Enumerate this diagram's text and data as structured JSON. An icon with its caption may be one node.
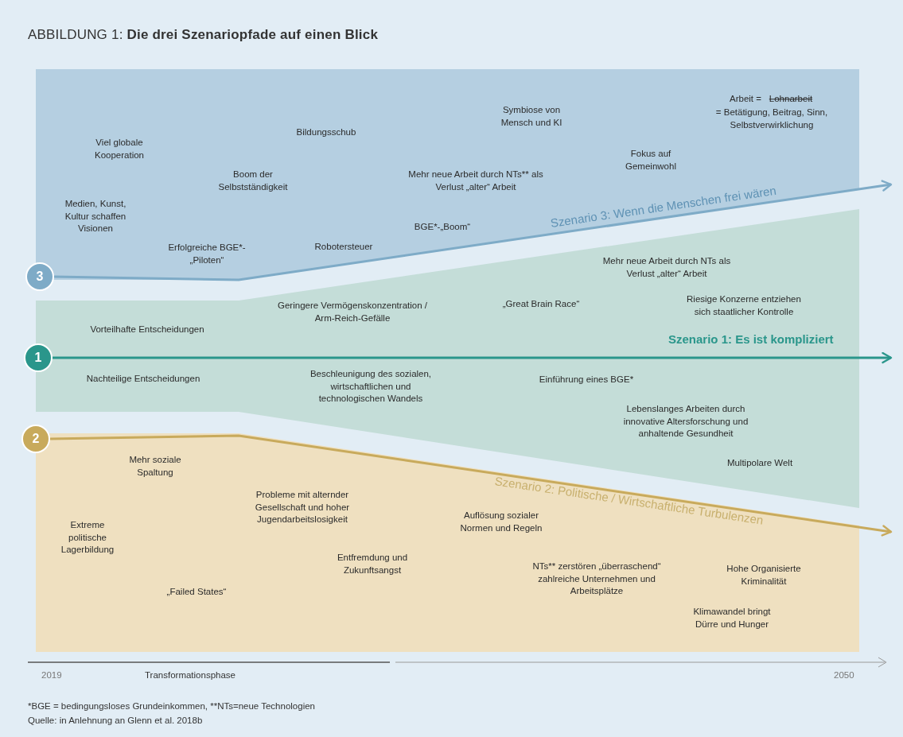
{
  "diagram": {
    "title": "ABBILDUNG 1: **Die drei Szenariopfade auf einen Blick**",
    "nodes": [
      {
        "text": [
          "Viel globale Kooperation",
          "Medien, Kunst, Kultur schaffen Visionen",
          "Bildungsschub",
          "Boom der Selbstständigkeit",
          "Erfolgreiche BGE*-„Piloten“",
          "Robotersteuer",
          "BGE*-„Boom“",
          "Symbiose von Mensch und KI",
          "Mehr neue Arbeit durch NTs** als Verlust „alter“ Arbeit",
          "Fokus auf Gemeinwohl",
          "Arbeit =",
          "Lohnarbeit",
          "= Betätigung, Beitrag, Sinn, Selbstverwirklichung"
        ]
      },
      {
        "text": [
          "3"
        ]
      },
      {
        "text": [
          "Vorteilhafte Entscheidungen",
          "Nachteilige Entscheidungen",
          "Geringere Vermögenskonzentration / Arm-Reich-Gefälle",
          "Beschleunigung des sozialen, wirtschaftlichen und technologischen Wandels",
          "„Great Brain Race“",
          "Mehr neue Arbeit durch NTs als Verlust „alter“ Arbeit",
          "Riesige Konzerne entziehen sich staatlicher Kontrolle",
          "Einführung eines BGE*",
          "Lebenslanges Arbeiten durch innovative Altersforschung und anhaltende Gesundheit",
          "Multipolare Welt"
        ]
      },
      {
        "text": [
          "1"
        ]
      },
      {
        "text": [
          "Mehr soziale Spaltung",
          "Extreme politische Lagerbildung",
          "Probleme mit alternder Gesellschaft und hoher Jugendarbeitslosigkeit",
          "Entfremdung und Zukunftsangst",
          "„Failed States“",
          "Auflösung sozialer Normen und Regeln",
          "NTs** zerstören „überraschend“ zahlreiche Unternehmen und Arbeitsplätze",
          "Hohe Organisierte Kriminalität",
          "Klimawandel bringt Dürre und Hunger"
        ]
      },
      {
        "text": [
          "2"
        ]
      }
    ],
    "edges": [
      {
        "from": 1,
        "to": null,
        "arrow": "to",
        "label": "Szenario 3: Wenn die Menschen frei wären",
        "color": "#7eabc7"
      },
      {
        "from": 3,
        "to": null,
        "arrow": "to",
        "label": "Szenario 1: Es ist kompliziert",
        "color": "#2a968b"
      },
      {
        "from": 5,
        "to": null,
        "arrow": "to",
        "label": "Szenario 2: Politische / Wirtschaftliche Turbulenzen",
        "color": "#c8aa5c"
      }
    ],
    "labels": [
      "2019",
      "Transformationsphase",
      "2050",
      "*BGE = bedingungsloses Grundeinkommen, **NTs=neue Technologien",
      "Quelle: in Anlehnung an Glenn et al. 2018b"
    ]
  }
}
